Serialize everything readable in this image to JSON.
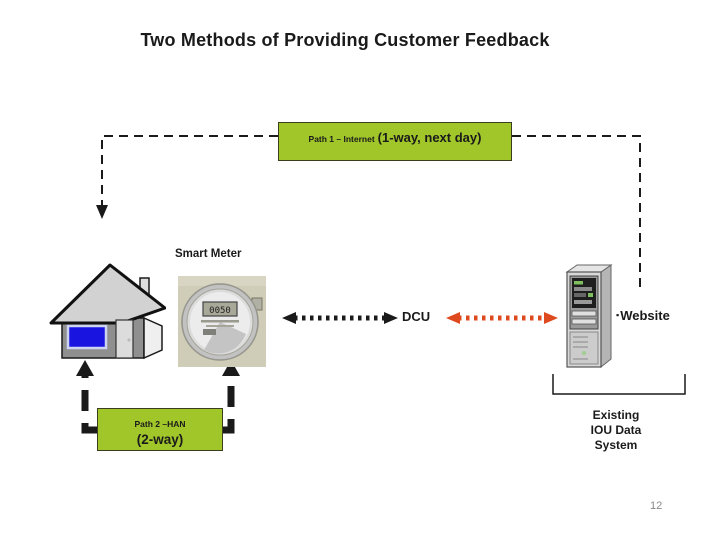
{
  "slide": {
    "title": "Two Methods of Providing Customer Feedback",
    "page_number": "12"
  },
  "boxes": {
    "path1": {
      "prefix": "Path 1 – Internet",
      "emphasis": "(1-way, next day)"
    },
    "path2": {
      "prefix": "Path 2 –HAN",
      "emphasis": "(2-way)"
    }
  },
  "labels": {
    "smart_meter": "Smart Meter",
    "dcu": "DCU",
    "website_bullet": "▪",
    "website": "Website",
    "existing_system": "Existing\nIOU Data\nSystem"
  },
  "meter": {
    "display_value": "0050"
  },
  "icons": {
    "house": "house-icon",
    "smart_meter_photo": "smart-meter-photo",
    "server": "server-tower-icon"
  },
  "colors": {
    "path_box_green": "#A0C62A",
    "connector_red": "#DE4A1E",
    "text_dark": "#1A1A1A",
    "page_number_gray": "#8A8A8A"
  }
}
